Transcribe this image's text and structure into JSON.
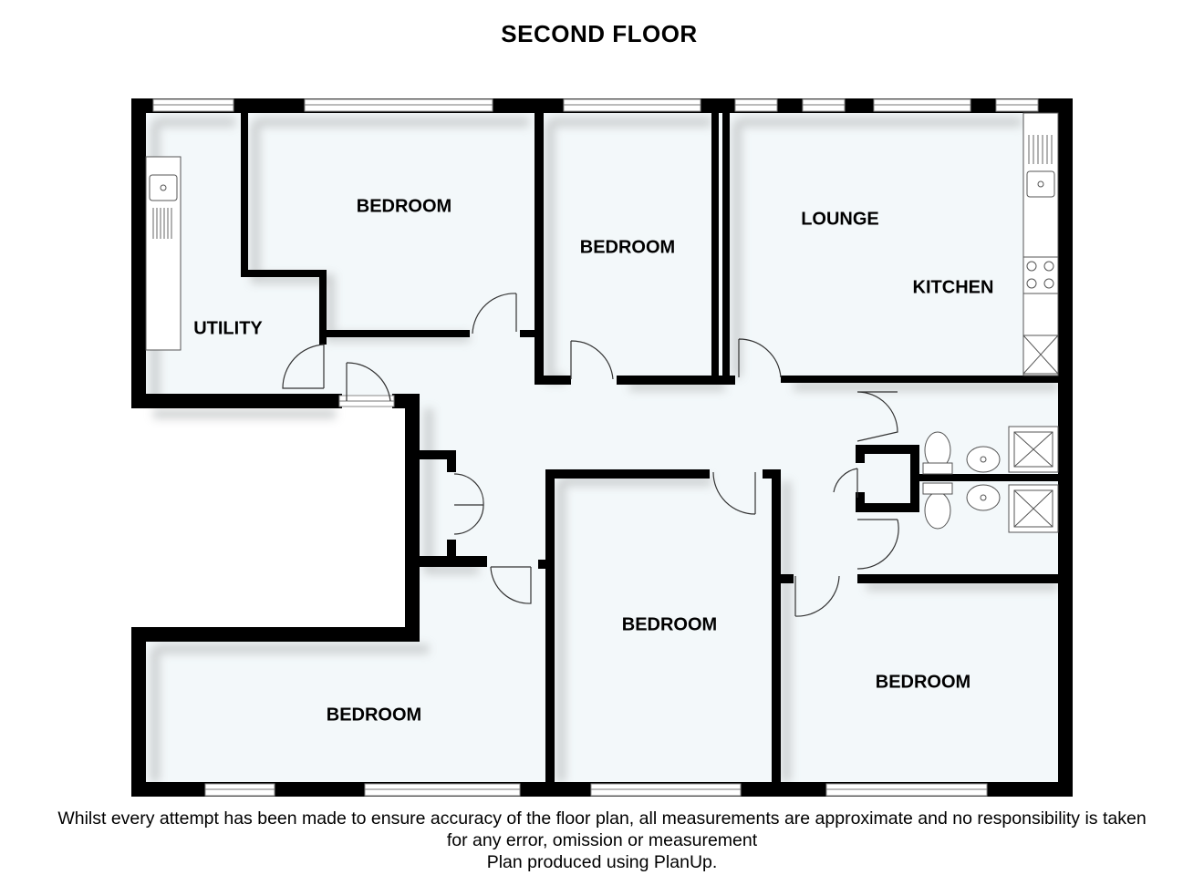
{
  "title": "SECOND FLOOR",
  "rooms": {
    "utility": "UTILITY",
    "bedroom_top_left": "BEDROOM",
    "bedroom_top_middle": "BEDROOM",
    "lounge": "LOUNGE",
    "kitchen": "KITCHEN",
    "bedroom_center": "BEDROOM",
    "bedroom_bottom_left": "BEDROOM",
    "bedroom_bottom_right": "BEDROOM"
  },
  "disclaimer": {
    "line1": "Whilst every attempt has been made to ensure accuracy of the floor plan, all measurements are approximate and no responsibility is taken",
    "line2": "for any error, omission or measurement",
    "line3": "Plan produced using PlanUp."
  },
  "colors": {
    "wall": "#000000",
    "floor": "#f3f8fa",
    "shadow": "#c8cbcc",
    "background": "#ffffff"
  }
}
